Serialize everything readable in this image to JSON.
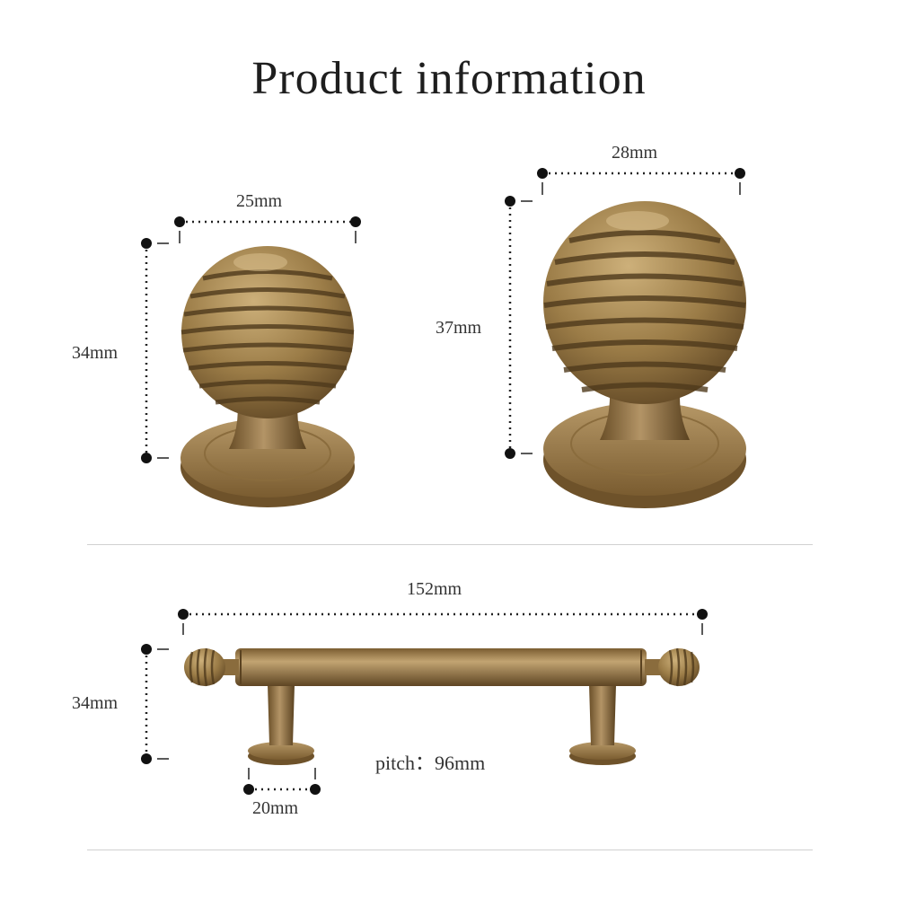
{
  "header": {
    "title": "Product information"
  },
  "knob_small": {
    "width": "25mm",
    "height": "34mm"
  },
  "knob_large": {
    "width": "28mm",
    "height": "37mm"
  },
  "pull_handle": {
    "length": "152mm",
    "height": "34mm",
    "base": "20mm",
    "pitch": "pitch：96mm"
  },
  "colors": {
    "brass_light": "#b99a63",
    "brass_mid": "#8d6e3d",
    "brass_dark": "#4f3a1c",
    "dot": "#111111"
  }
}
